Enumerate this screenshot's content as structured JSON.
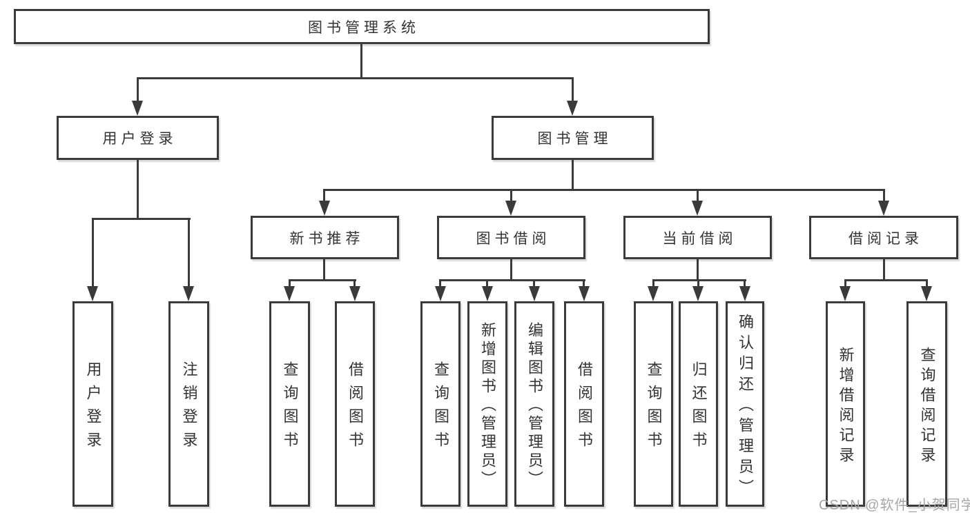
{
  "nodes": {
    "root": "图书管理系统",
    "user_login": "用户登录",
    "book_management": "图书管理",
    "new_book_recommend": "新书推荐",
    "book_borrow": "图书借阅",
    "current_borrow": "当前借阅",
    "borrow_records": "借阅记录",
    "leaf_user_login": "用户登录",
    "leaf_logout": "注销登录",
    "leaf_query_book_recommend": "查询图书",
    "leaf_borrow_book_recommend": "借阅图书",
    "leaf_query_book_borrow": "查询图书",
    "leaf_add_book_admin": "新增图书（管理员）",
    "leaf_edit_book_admin": "编辑图书（管理员）",
    "leaf_borrow_book_borrow": "借阅图书",
    "leaf_query_book_current": "查询图书",
    "leaf_return_book": "归还图书",
    "leaf_confirm_return_admin": "确认归还（管理员）",
    "leaf_add_borrow_record": "新增借阅记录",
    "leaf_query_borrow_record": "查询借阅记录"
  },
  "edges": [
    {
      "from": "图书管理系统",
      "to": "用户登录"
    },
    {
      "from": "图书管理系统",
      "to": "图书管理"
    },
    {
      "from": "用户登录",
      "to": "用户登录"
    },
    {
      "from": "用户登录",
      "to": "注销登录"
    },
    {
      "from": "图书管理",
      "to": "新书推荐"
    },
    {
      "from": "图书管理",
      "to": "图书借阅"
    },
    {
      "from": "图书管理",
      "to": "当前借阅"
    },
    {
      "from": "图书管理",
      "to": "借阅记录"
    },
    {
      "from": "新书推荐",
      "to": "查询图书"
    },
    {
      "from": "新书推荐",
      "to": "借阅图书"
    },
    {
      "from": "图书借阅",
      "to": "查询图书"
    },
    {
      "from": "图书借阅",
      "to": "新增图书（管理员）"
    },
    {
      "from": "图书借阅",
      "to": "编辑图书（管理员）"
    },
    {
      "from": "图书借阅",
      "to": "借阅图书"
    },
    {
      "from": "当前借阅",
      "to": "查询图书"
    },
    {
      "from": "当前借阅",
      "to": "归还图书"
    },
    {
      "from": "当前借阅",
      "to": "确认归还（管理员）"
    },
    {
      "from": "借阅记录",
      "to": "新增借阅记录"
    },
    {
      "from": "借阅记录",
      "to": "查询借阅记录"
    }
  ],
  "watermark": "CSDN @软件_小贺同学",
  "colors": {
    "line": "#3a3a3a",
    "text": "#333333",
    "watermark": "#a6a6a6"
  }
}
